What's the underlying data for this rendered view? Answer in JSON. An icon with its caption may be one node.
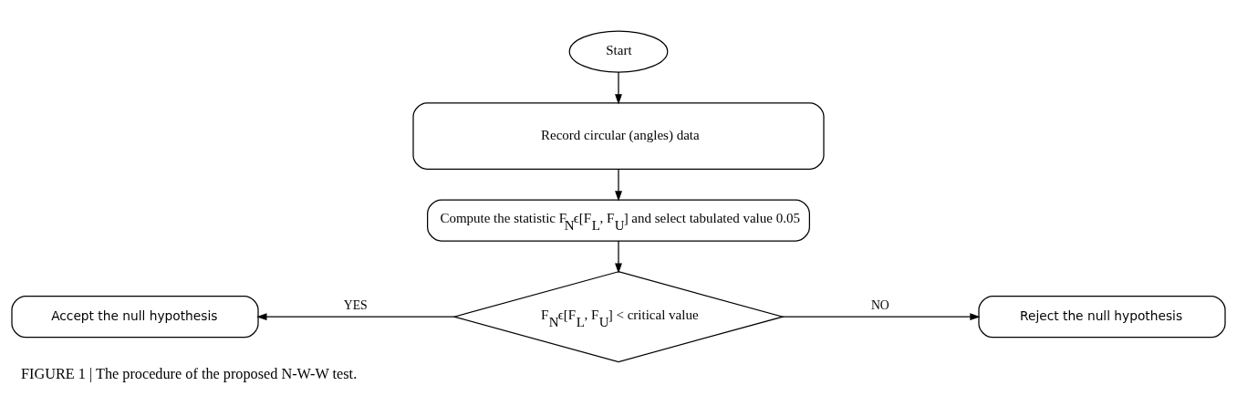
{
  "diagram": {
    "caption": "FIGURE 1 | The procedure of the proposed N-W-W test.",
    "nodes": [
      {
        "text": [
          "Start"
        ]
      },
      {
        "text": [
          "Record circular (angles) data"
        ]
      },
      {
        "text": [
          "Compute the statistic F$_{N}$ϵ[F$_{L}$, F$_{U}$] and select tabulated value 0.05"
        ]
      },
      {
        "text": [
          "F$_{N}$ϵ[F$_{L}$, F$_{U}$] < critical value"
        ]
      },
      {
        "text": [
          "Accept the null hypothesis"
        ]
      },
      {
        "text": [
          "Reject the null hypothesis"
        ]
      }
    ],
    "edges": [
      {
        "from": 0,
        "to": 1,
        "arrow": "to"
      },
      {
        "from": 1,
        "to": 2,
        "arrow": "to"
      },
      {
        "from": 2,
        "to": 3,
        "arrow": "to"
      },
      {
        "from": 3,
        "to": 4,
        "arrow": "to",
        "label": "YES"
      },
      {
        "from": 3,
        "to": 5,
        "arrow": "to",
        "label": "NO"
      }
    ]
  }
}
